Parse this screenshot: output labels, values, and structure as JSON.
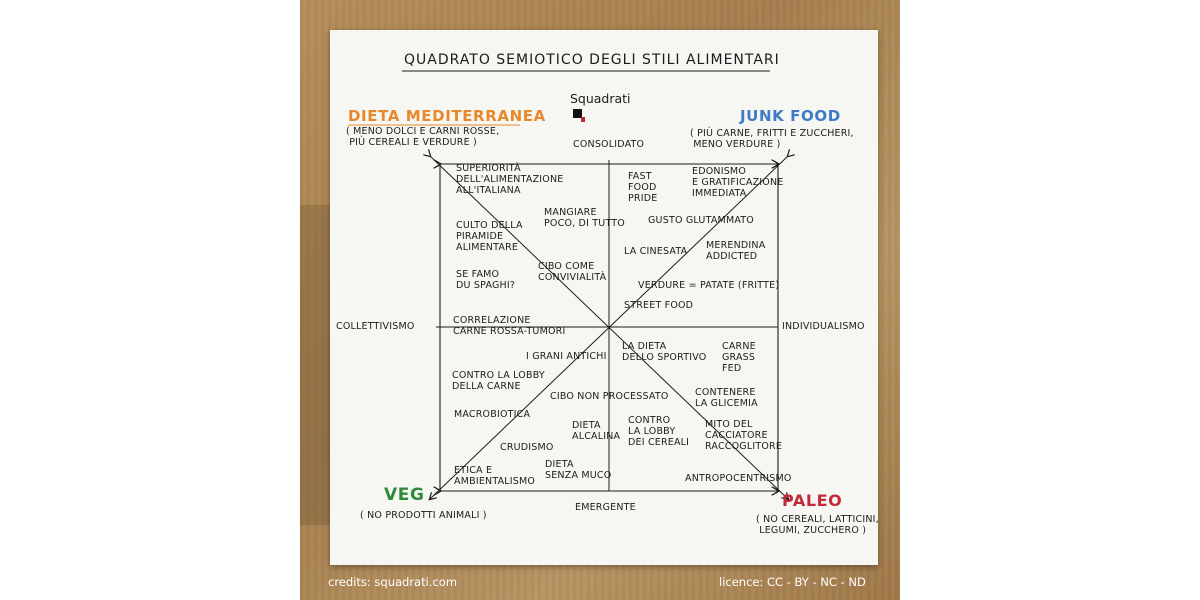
{
  "title": "QUADRATO SEMIOTICO DEGLI STILI ALIMENTARI",
  "subtitle": "Squadrati",
  "corners": {
    "top_left": {
      "label": "DIETA MEDITERRANEA",
      "note": "( MENO DOLCI E CARNI ROSSE,\n PIÙ CEREALI E VERDURE )",
      "color": "#e8882a"
    },
    "top_right": {
      "label": "JUNK FOOD",
      "note": "( PIÙ CARNE, FRITTI E ZUCCHERI,\n MENO VERDURE )",
      "color": "#3f7ac4"
    },
    "bottom_left": {
      "label": "VEG",
      "note": "( NO PRODOTTI ANIMALI )",
      "color": "#2f8a3a"
    },
    "bottom_right": {
      "label": "PALEO",
      "note": "( NO CEREALI, LATTICINI,\n LEGUMI, ZUCCHERO )",
      "color": "#c22a3a"
    }
  },
  "axes": {
    "top": "CONSOLIDATO",
    "bottom": "EMERGENTE",
    "left": "COLLETTIVISMO",
    "right": "INDIVIDUALISMO"
  },
  "quadrant_items": {
    "top_left": [
      "SUPERIORITÀ\nDELL'ALIMENTAZIONE\nALL'ITALIANA",
      "CULTO DELLA\nPIRAMIDE\nALIMENTARE",
      "MANGIARE\nPOCO, DI TUTTO",
      "SE FAMO\nDU SPAGHI?",
      "CIBO COME\nCONVIVIALITÀ",
      "CORRELAZIONE\nCARNE ROSSA-TUMORI"
    ],
    "top_right": [
      "FAST\nFOOD\nPRIDE",
      "EDONISMO\nE GRATIFICAZIONE\nIMMEDIATA",
      "GUSTO GLUTAMMATO",
      "LA CINESATA",
      "MERENDINA\nADDICTED",
      "VERDURE = PATATE (FRITTE)",
      "STREET FOOD"
    ],
    "bottom_left": [
      "I GRANI ANTICHI",
      "CONTRO LA LOBBY\nDELLA CARNE",
      "MACROBIOTICA",
      "CIBO NON PROCESSATO",
      "CRUDISMO",
      "DIETA\nALCALINA",
      "ETICA E\nAMBIENTALISMO",
      "DIETA\nSENZA MUCO"
    ],
    "bottom_right": [
      "LA DIETA\nDELLO SPORTIVO",
      "CARNE\nGRASS\nFED",
      "CONTENERE\nLA GLICEMIA",
      "CONTRO\nLA LOBBY\nDEI CEREALI",
      "MITO DEL\nCACCIATORE\nRACCOGLITORE",
      "ANTROPOCENTRISMO"
    ]
  },
  "footer": {
    "credits": "credits: squadrati.com",
    "licence": "licence: CC - BY - NC - ND"
  }
}
